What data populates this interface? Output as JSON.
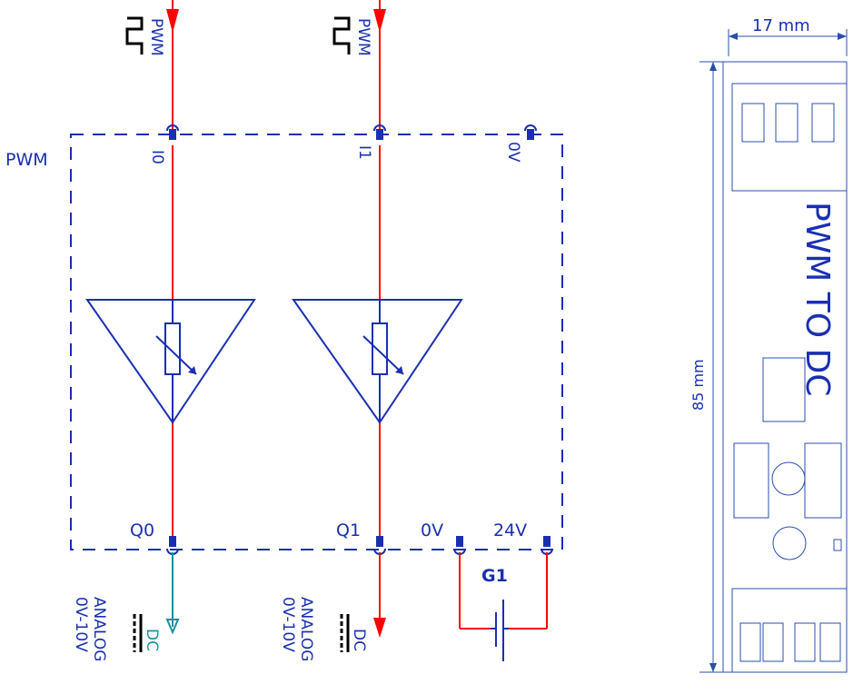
{
  "schematic": {
    "module_label": "PWM",
    "inputs": [
      {
        "signal": "PWM",
        "terminal": "I0"
      },
      {
        "signal": "PWM",
        "terminal": "I1"
      }
    ],
    "top_power_terminal": "0V",
    "outputs": [
      {
        "terminal": "Q0",
        "lines": [
          "0V-10V",
          "ANALOG",
          "DC"
        ]
      },
      {
        "terminal": "Q1",
        "lines": [
          "0V-10V",
          "ANALOG",
          "DC"
        ]
      }
    ],
    "power_terminals": [
      "0V",
      "24V"
    ],
    "supply_label": "G1"
  },
  "dimensions_view": {
    "width_label": "17 mm",
    "height_label": "85 mm",
    "device_label": "PWM TO DC"
  },
  "colors": {
    "blue": "#1a2fb0",
    "red": "#ff0000",
    "teal": "#1a8fa0",
    "outline": "#2b4fa8"
  }
}
